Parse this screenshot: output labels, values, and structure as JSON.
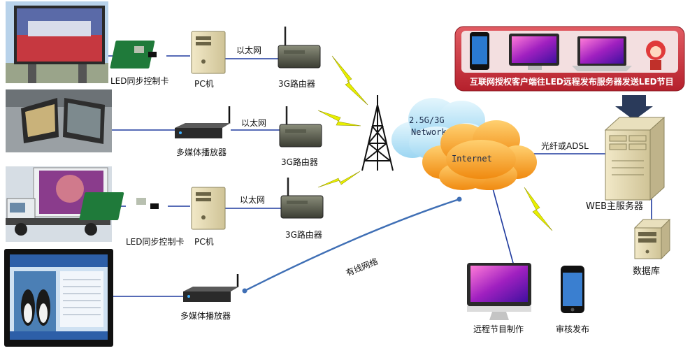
{
  "row1": {
    "controller_label": "LED同步控制卡",
    "pc_label": "PC机",
    "ethernet_label": "以太网",
    "router_label": "3G路由器"
  },
  "row2": {
    "player_label": "多媒体播放器",
    "ethernet_label": "以太网",
    "router_label": "3G路由器"
  },
  "row3": {
    "controller_label": "LED同步控制卡",
    "pc_label": "PC机",
    "ethernet_label": "以太网",
    "router_label": "3G路由器"
  },
  "row4": {
    "player_label": "多媒体播放器",
    "wired_label": "有线网络"
  },
  "clouds": {
    "wireless_line1": "2.5G/3G",
    "wireless_line2": "Network",
    "internet": "Internet"
  },
  "banner": {
    "text": "互联网授权客户端往LED远程发布服务器发送LED节目"
  },
  "server": {
    "link_label": "光纤或ADSL",
    "label": "WEB主服务器"
  },
  "database": {
    "label": "数据库"
  },
  "clients": {
    "remote_label": "远程节目制作",
    "review_label": "审核发布"
  },
  "colors": {
    "link_line": "#1f3a9e",
    "lightning": "#e8f000",
    "banner_bg": "#c8303a",
    "internet_cloud": "#f7a21b",
    "wireless_cloud": "#aee0f6"
  }
}
